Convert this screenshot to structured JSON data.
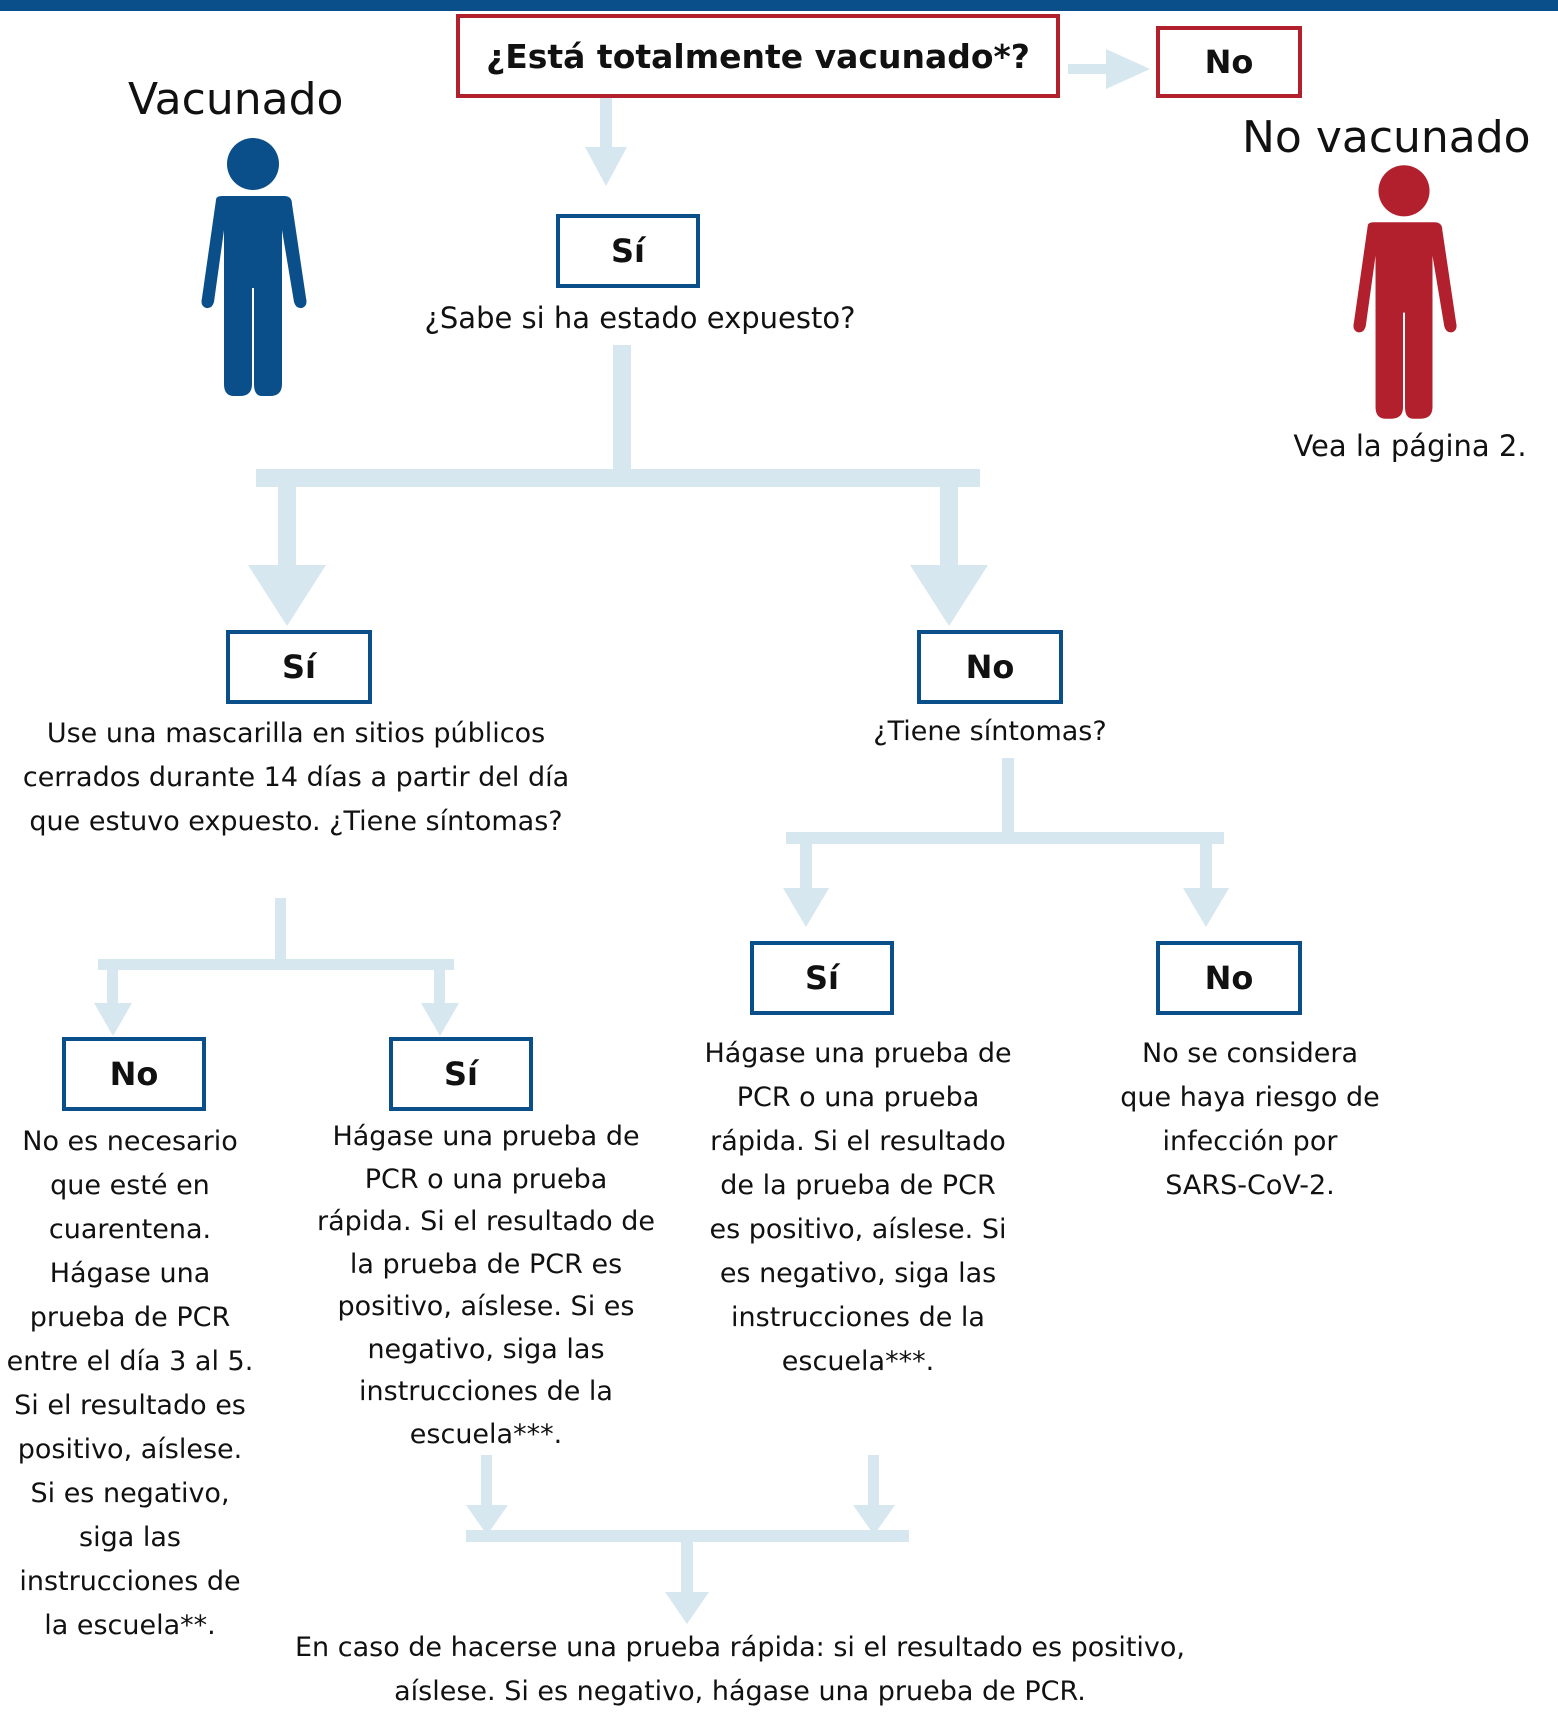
{
  "colors": {
    "blue": "#0b4f8a",
    "red": "#b2202d",
    "connector": "#d6e7ef"
  },
  "icons": {
    "vaccinated_person": "person-icon",
    "unvaccinated_person": "person-icon"
  },
  "question": "¿Está totalmente vacunado*?",
  "top_no": "No",
  "vaccinated": {
    "title": "Vacunado",
    "yes": "Sí",
    "exposure_question": "¿Sabe si ha estado expuesto?",
    "exposed": {
      "label": "Sí",
      "text": "Use una mascarilla en sitios públicos cerrados durante 14 días a partir del día que estuvo expuesto. ¿Tiene síntomas?",
      "no_symptoms": {
        "label": "No",
        "text": "No es necesario que esté en cuarentena. Hágase una prueba de PCR entre el día 3 al 5. Si el resultado es positivo, aíslese. Si es negativo, siga las instrucciones de la escuela**."
      },
      "symptoms": {
        "label": "Sí",
        "text": "Hágase una prueba de PCR o una prueba rápida. Si el resultado de la prueba de PCR es positivo, aíslese. Si es negativo, siga las instrucciones de la escuela***."
      }
    },
    "not_exposed": {
      "label": "No",
      "question": "¿Tiene síntomas?",
      "symptoms": {
        "label": "Sí",
        "text": "Hágase una prueba de PCR o una prueba rápida. Si el resultado de la prueba de PCR es positivo, aíslese. Si es negativo, siga las instrucciones de la escuela***."
      },
      "no_symptoms": {
        "label": "No",
        "text": "No se considera que haya riesgo de infección por SARS-CoV-2."
      }
    }
  },
  "unvaccinated": {
    "title": "No vacunado",
    "note": "Vea la página 2."
  },
  "rapid_test_note": "En caso de hacerse una prueba rápida: si el resultado es positivo, aíslese. Si es negativo, hágase una prueba de PCR."
}
